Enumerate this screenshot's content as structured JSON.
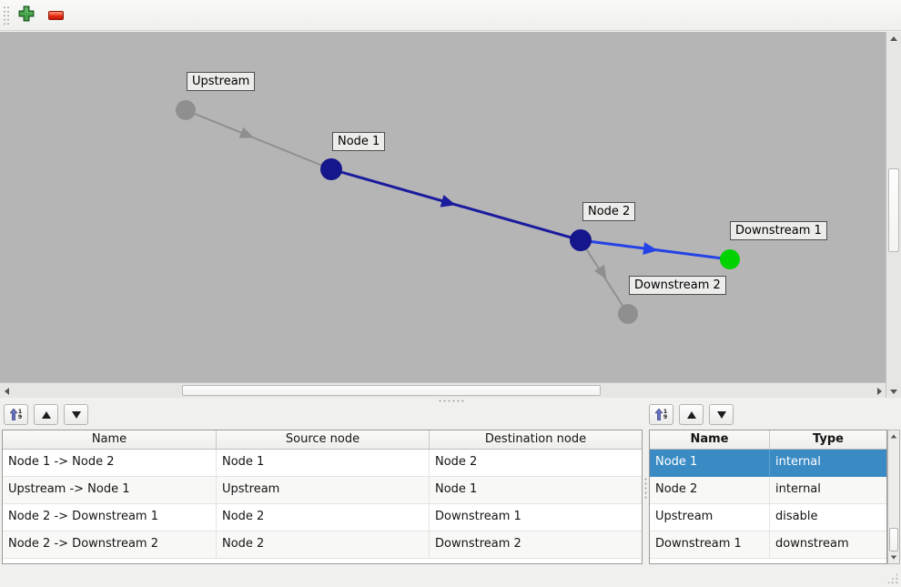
{
  "colors": {
    "canvas_bg": "#b5b5b5",
    "selection": "#3a8bc4",
    "node_internal": "#15158c",
    "node_disable": "#8f8f8f",
    "node_downstream": "#00d200",
    "edge_internal": "#1b1b9e",
    "edge_downstream": "#2442e6",
    "edge_inactive": "#8f8f8f"
  },
  "toolbar": {
    "buttons": [
      {
        "name": "add",
        "icon": "plus-icon"
      },
      {
        "name": "remove",
        "icon": "minus-icon"
      }
    ]
  },
  "canvas": {
    "nodes": [
      {
        "label": "Upstream",
        "color": "#8f8f8f"
      },
      {
        "label": "Node 1",
        "color": "#15158c"
      },
      {
        "label": "Node 2",
        "color": "#15158c"
      },
      {
        "label": "Downstream 1",
        "color": "#00d200"
      },
      {
        "label": "Downstream 2",
        "color": "#8f8f8f"
      }
    ],
    "edges": [
      {
        "from": "Upstream",
        "to": "Node 1",
        "color": "#8f8f8f"
      },
      {
        "from": "Node 1",
        "to": "Node 2",
        "color": "#1b1b9e"
      },
      {
        "from": "Node 2",
        "to": "Downstream 1",
        "color": "#2442e6"
      },
      {
        "from": "Node 2",
        "to": "Downstream 2",
        "color": "#8f8f8f"
      }
    ]
  },
  "links_table": {
    "headers": [
      "Name",
      "Source node",
      "Destination node"
    ],
    "rows": [
      {
        "name": "Node 1 -> Node 2",
        "source": "Node 1",
        "destination": "Node 2"
      },
      {
        "name": "Upstream -> Node 1",
        "source": "Upstream",
        "destination": "Node 1"
      },
      {
        "name": "Node 2 -> Downstream 1",
        "source": "Node 2",
        "destination": "Downstream 1"
      },
      {
        "name": "Node 2 -> Downstream 2",
        "source": "Node 2",
        "destination": "Downstream 2"
      }
    ]
  },
  "nodes_table": {
    "headers": [
      "Name",
      "Type"
    ],
    "rows": [
      {
        "name": "Node 1",
        "type": "internal",
        "selected": true
      },
      {
        "name": "Node 2",
        "type": "internal",
        "selected": false
      },
      {
        "name": "Upstream",
        "type": "disable",
        "selected": false
      },
      {
        "name": "Downstream 1",
        "type": "downstream",
        "selected": false
      }
    ]
  },
  "icons": {
    "sort_top": "1",
    "sort_bottom": "9"
  }
}
